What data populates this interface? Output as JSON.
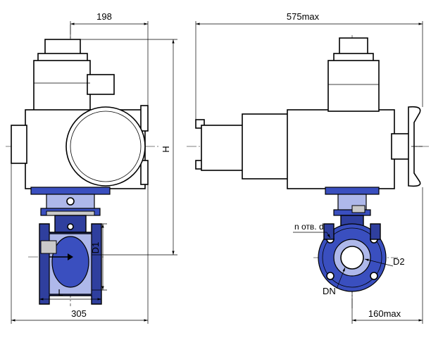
{
  "labels": {
    "dim_198": "198",
    "dim_575": "575max",
    "dim_H": "H",
    "dim_D1": "D1",
    "dim_L": "L",
    "dim_305": "305",
    "dim_n_otv": "n отв. d",
    "dim_D2": "D2",
    "dim_DN": "DN",
    "dim_160": "160max"
  },
  "colors": {
    "valve_body": "#2f3f9e",
    "valve_body_light": "#aeb8ea",
    "outline": "#000000"
  }
}
